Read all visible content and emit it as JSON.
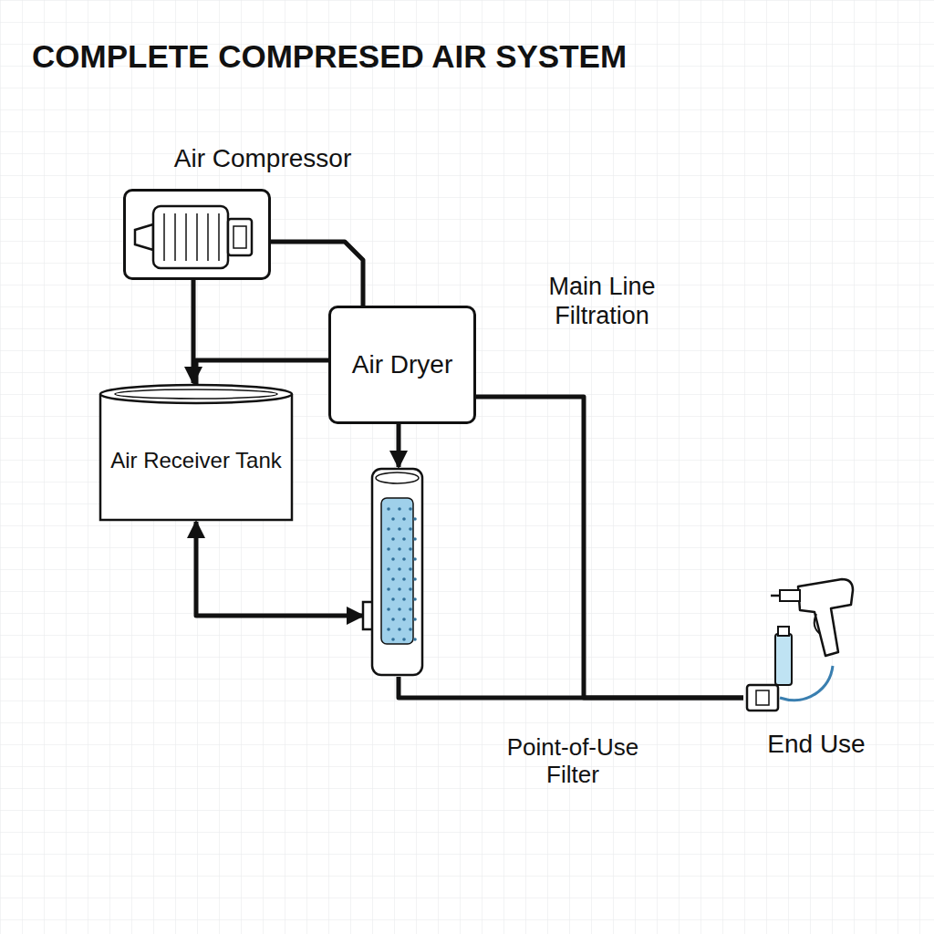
{
  "diagram": {
    "title": "COMPLETE COMPRESED AIR SYSTEM",
    "nodes": [
      {
        "text": [
          "Air Compressor"
        ]
      },
      {
        "text": [
          "Air Dryer"
        ]
      },
      {
        "text": [
          "Air Receiver Tank"
        ]
      },
      {
        "text": [
          "Point-of-Use Filter"
        ]
      },
      {
        "text": [
          "End Use"
        ]
      }
    ],
    "edges": [
      {
        "from": 0,
        "to": 2,
        "arrow": "to"
      },
      {
        "from": 0,
        "to": 1,
        "arrow": "none"
      },
      {
        "from": 2,
        "to": 1,
        "arrow": "none"
      },
      {
        "from": 1,
        "to": 3,
        "arrow": "to"
      },
      {
        "from": 2,
        "to": 3,
        "arrow": "both"
      },
      {
        "from": 1,
        "to": 4,
        "arrow": "none"
      },
      {
        "from": 3,
        "to": 4,
        "arrow": "none"
      }
    ],
    "labels": [
      "Main Line Filtration"
    ]
  }
}
